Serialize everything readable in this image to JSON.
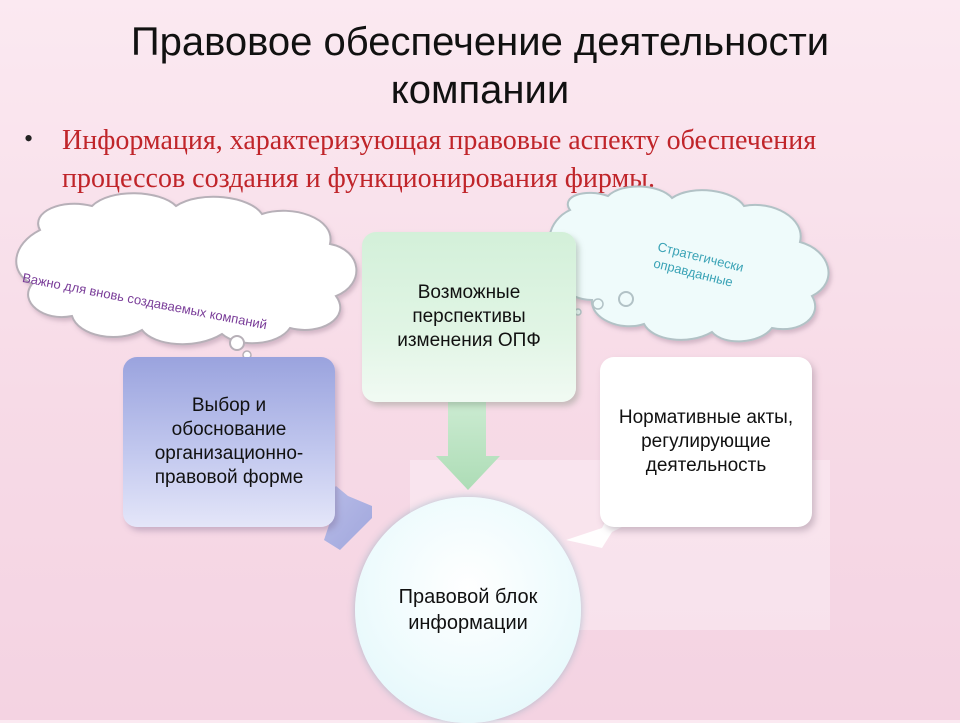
{
  "title": "Правовое обеспечение деятельности компании",
  "bullet": {
    "marker": "•",
    "text": "Информация, характеризующая правовые аспекту обеспечения процессов создания и функционирования фирмы."
  },
  "diagram": {
    "center": "Правовой блок информации",
    "left_box": "Выбор и обоснование организационно-правовой форме",
    "top_box": "Возможные перспективы изменения ОПФ",
    "right_box": "Нормативные акты, регулирующие деятельность",
    "cloud_left": "Важно для вновь создаваемых компаний",
    "cloud_right": "Стратегически оправданные"
  },
  "colors": {
    "bullet_text": "#c0252a",
    "cloud_left_text": "#7a3d99",
    "cloud_right_text": "#3aa3b6",
    "left_box": "#9aa3de",
    "top_box": "#d3f0d9",
    "right_box": "#ffffff"
  }
}
